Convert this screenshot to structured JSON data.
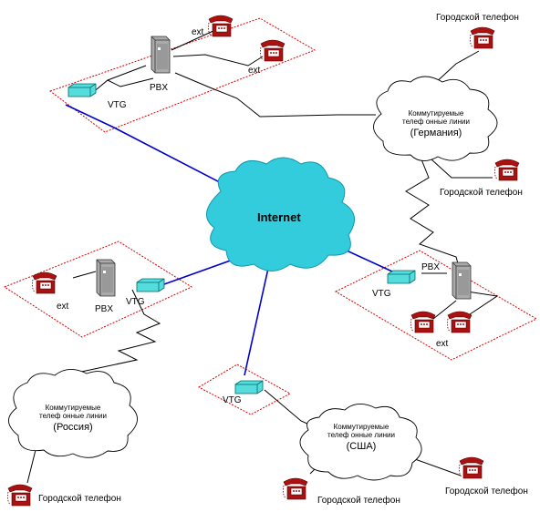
{
  "internet": {
    "label": "Internet"
  },
  "germany": {
    "cloud_line1": "Коммутируемые",
    "cloud_line2": "телеф онные линии",
    "cloud_country": "(Германия)",
    "pbx": "PBX",
    "vtg": "VTG",
    "ext_a": "ext",
    "ext_b": "ext",
    "city_phone_top": "Городской телефон",
    "city_phone_bottom": "Городской телефон"
  },
  "east": {
    "pbx": "PBX",
    "vtg": "VTG",
    "ext": "ext"
  },
  "russia": {
    "cloud_line1": "Коммутируемые",
    "cloud_line2": "телеф онные линии",
    "cloud_country": "(Россия)",
    "pbx": "PBX",
    "vtg": "VTG",
    "ext": "ext",
    "city_phone": "Городской телефон"
  },
  "usa": {
    "cloud_line1": "Коммутируемые",
    "cloud_line2": "телеф онные линии",
    "cloud_country": "(США)",
    "vtg": "VTG",
    "city_phone_left": "Городской телефон",
    "city_phone_right": "Городской телефон"
  },
  "colors": {
    "cloud_internet": "#33ccdd",
    "site_border": "#dd0000",
    "ip_link": "#0000cc",
    "phone": "#aa1111",
    "pbx": "#aaaaaa",
    "vtg": "#55dddd"
  }
}
